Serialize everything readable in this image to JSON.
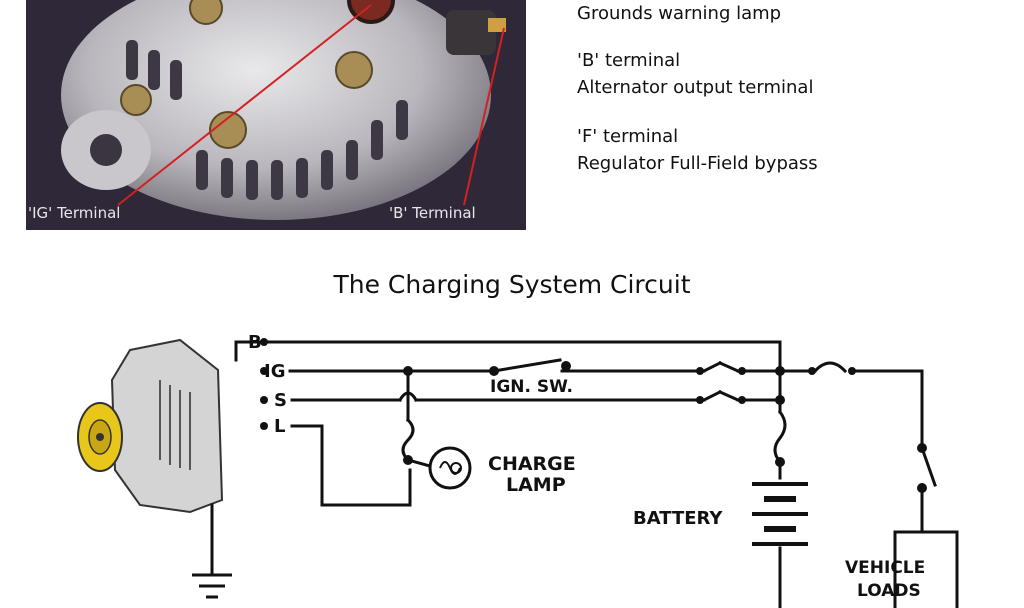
{
  "photo": {
    "labels": {
      "ig": "'IG' Terminal",
      "b": "'B' Terminal"
    }
  },
  "legend": {
    "lamp_line": "Grounds warning lamp",
    "b_title": "'B' terminal",
    "b_desc": "Alternator output terminal",
    "f_title": "'F' terminal",
    "f_desc": "Regulator Full-Field bypass"
  },
  "diagram": {
    "title": "The Charging System Circuit",
    "terminals": {
      "b": "B",
      "ig": "IG",
      "s": "S",
      "l": "L"
    },
    "ign_switch": "IGN. SW.",
    "charge_lamp_line1": "CHARGE",
    "charge_lamp_line2": "LAMP",
    "battery": "BATTERY",
    "vehicle_loads_line1": "VEHICLE",
    "vehicle_loads_line2": "LOADS"
  },
  "colors": {
    "photo_background": "#2e2838",
    "pointer_lines": "#d42020",
    "pulley": "#e8c61a",
    "wire": "#111111"
  }
}
